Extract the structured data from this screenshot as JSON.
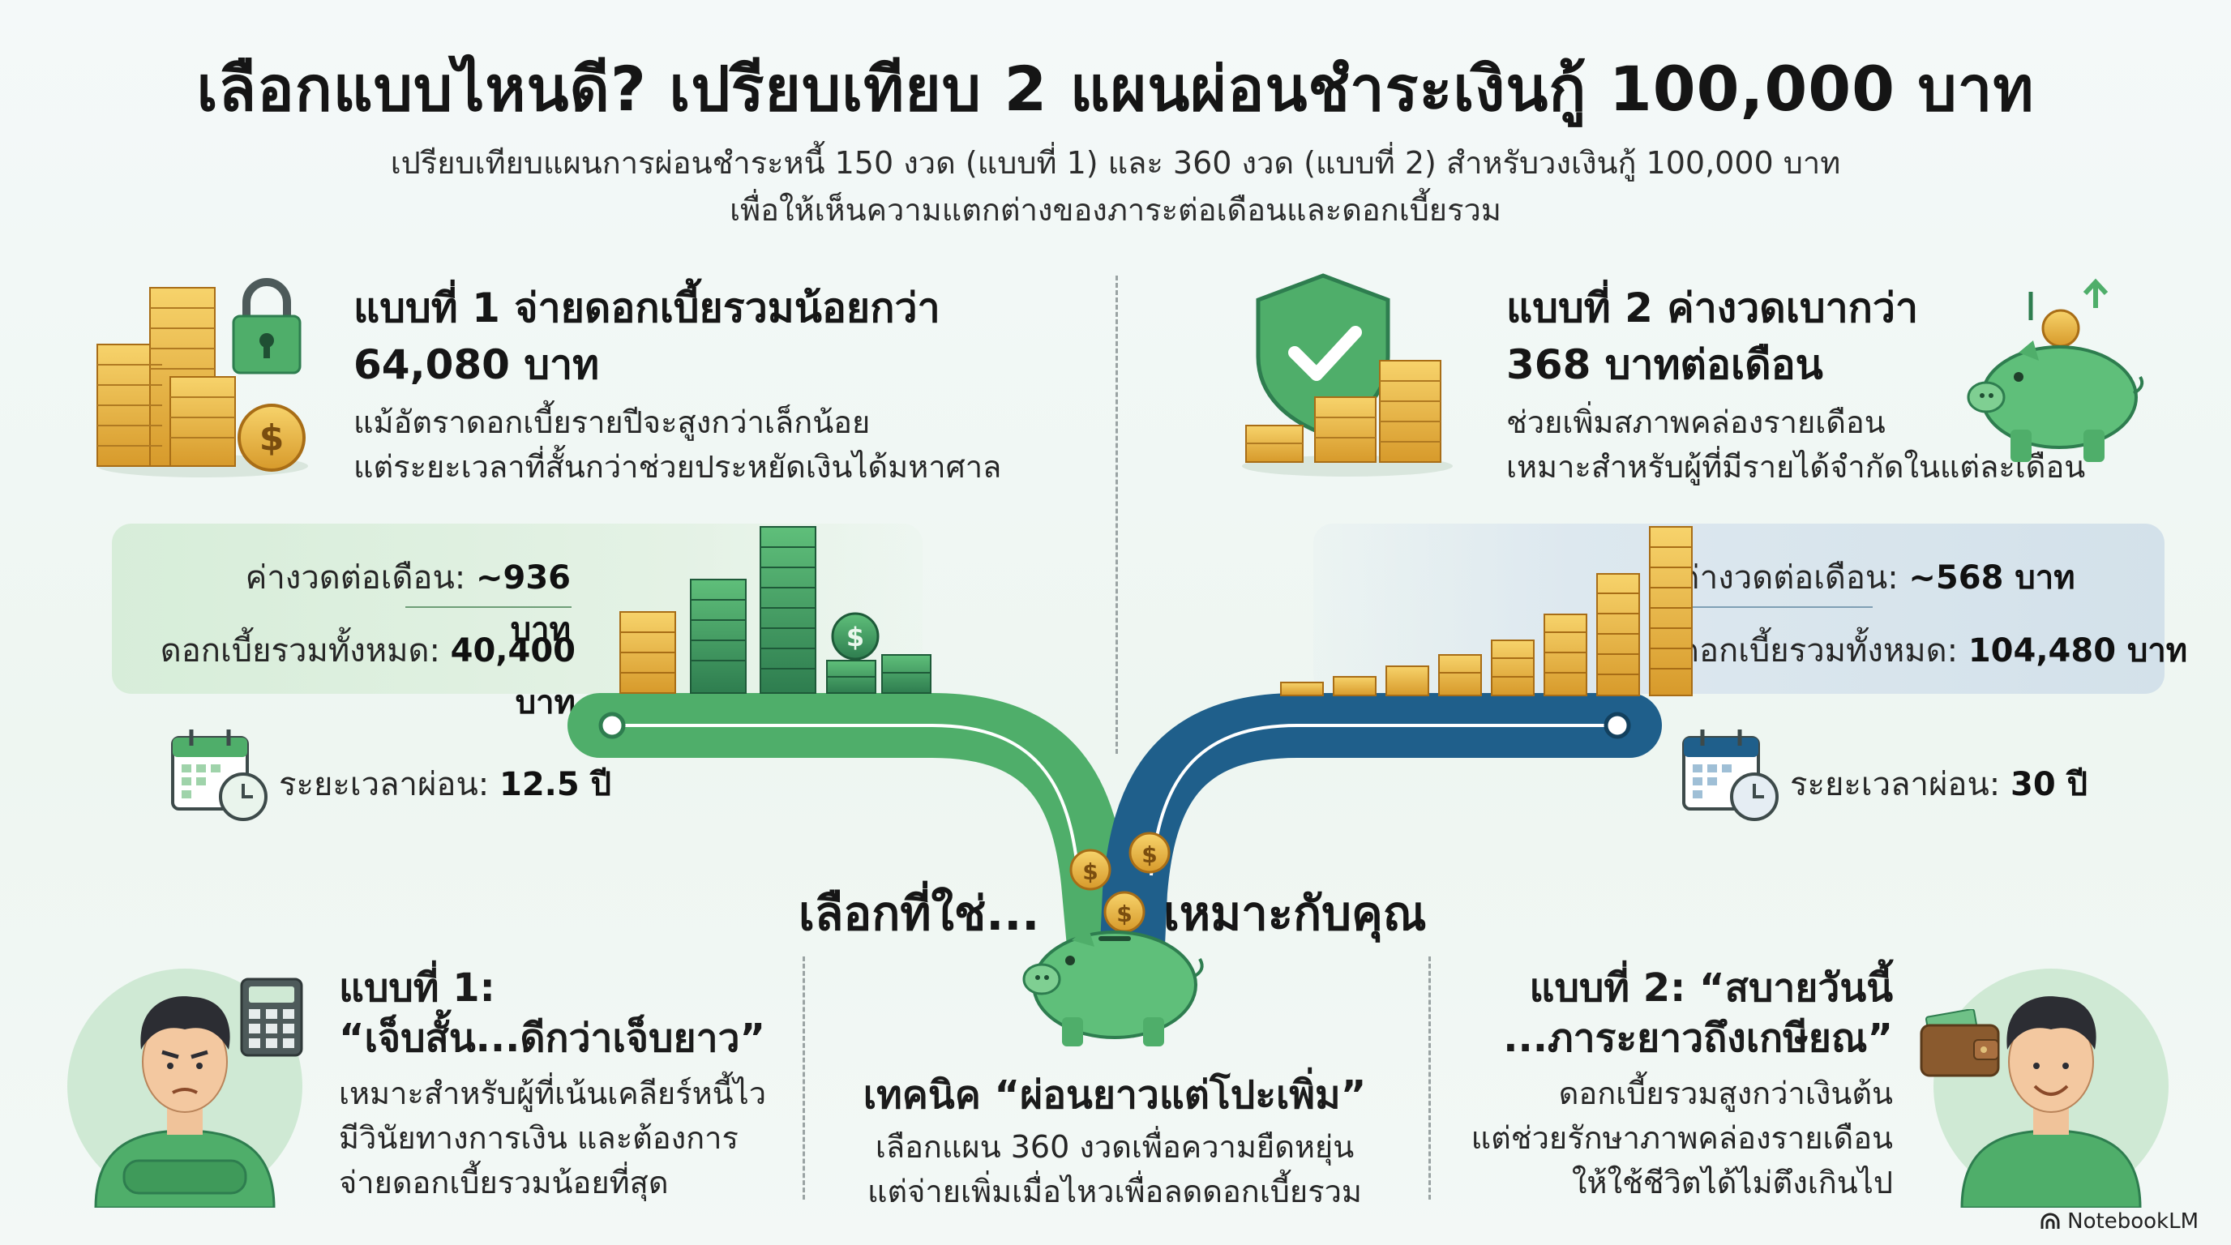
{
  "header": {
    "title": "เลือกแบบไหนดี? เปรียบเทียบ 2 แผนผ่อนชำระเงินกู้ 100,000 บาท",
    "subtitle_line1": "เปรียบเทียบแผนการผ่อนชำระหนี้ 150 งวด (แบบที่ 1) และ 360 งวด (แบบที่ 2) สำหรับวงเงินกู้ 100,000 บาท",
    "subtitle_line2": "เพื่อให้เห็นความแตกต่างของภาระต่อเดือนและดอกเบี้ยรวม"
  },
  "plan1": {
    "heading_line1": "แบบที่ 1 จ่ายดอกเบี้ยรวมน้อยกว่า",
    "heading_line2": "64,080 บาท",
    "desc_line1": "แม้อัตราดอกเบี้ยรายปีจะสูงกว่าเล็กน้อย",
    "desc_line2": "แต่ระยะเวลาที่สั้นกว่าช่วยประหยัดเงินได้มหาศาล",
    "monthly_label": "ค่างวดต่อเดือน:",
    "monthly_value": "~936 บาท",
    "interest_label": "ดอกเบี้ยรวมทั้งหมด:",
    "interest_value": "40,400 บาท",
    "duration_label": "ระยะเวลาผ่อน:",
    "duration_value": "12.5 ปี",
    "quote_title": "แบบที่ 1:",
    "quote": "“เจ็บสั้น...ดีกว่าเจ็บยาว”",
    "quote_desc_line1": "เหมาะสำหรับผู้ที่เน้นเคลียร์หนี้ไว",
    "quote_desc_line2": "มีวินัยทางการเงิน และต้องการ",
    "quote_desc_line3": "จ่ายดอกเบี้ยรวมน้อยที่สุด"
  },
  "plan2": {
    "heading_line1": "แบบที่ 2 ค่างวดเบากว่า",
    "heading_line2": "368 บาทต่อเดือน",
    "desc_line1": "ช่วยเพิ่มสภาพคล่องรายเดือน",
    "desc_line2": "เหมาะสำหรับผู้ที่มีรายได้จำกัดในแต่ละเดือน",
    "monthly_label": "ค่างวดต่อเดือน:",
    "monthly_value": "~568 บาท",
    "interest_label": "ดอกเบี้ยรวมทั้งหมด:",
    "interest_value": "104,480 บาท",
    "duration_label": "ระยะเวลาผ่อน:",
    "duration_value": "30 ปี",
    "quote_title": "แบบที่ 2: “สบายวันนี้",
    "quote": "...ภาระยาวถึงเกษียณ”",
    "quote_desc_line1": "ดอกเบี้ยรวมสูงกว่าเงินต้น",
    "quote_desc_line2": "แต่ช่วยรักษาภาพคล่องรายเดือน",
    "quote_desc_line3": "ให้ใช้ชีวิตได้ไม่ตึงเกินไป"
  },
  "center": {
    "left_text": "เลือกที่ใช่...",
    "right_text": "เหมาะกับคุณ",
    "tip_title": "เทคนิค “ผ่อนยาวแต่โปะเพิ่ม”",
    "tip_line1": "เลือกแผน 360 งวดเพื่อความยืดหยุ่น",
    "tip_line2": "แต่จ่ายเพิ่มเมื่อไหวเพื่อลดดอกเบี้ยรวม"
  },
  "footer": {
    "brand": "NotebookLM"
  },
  "icons": [
    "coin-stack-icon",
    "lock-icon",
    "dollar-coin-icon",
    "shield-check-icon",
    "piggy-bank-icon",
    "calendar-clock-icon",
    "calculator-icon",
    "wallet-icon",
    "person-icon"
  ],
  "colors": {
    "green": "#5cb85c",
    "dark_green": "#2e7d4f",
    "blue": "#1f5f8b",
    "gold": "#e0a83a",
    "accent_text": "#111111"
  }
}
